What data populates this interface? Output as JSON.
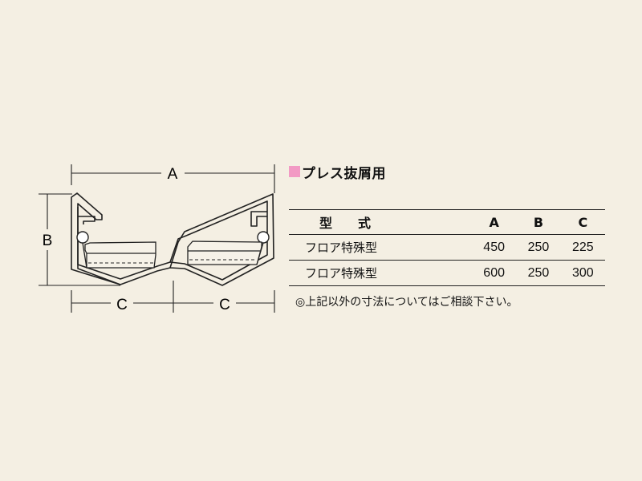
{
  "diagram": {
    "dim_a": "A",
    "dim_b": "B",
    "dim_c_left": "C",
    "dim_c_right": "C"
  },
  "spec": {
    "title": "プレス抜屑用",
    "marker_color": "#f29ac4",
    "columns": [
      "型　　式",
      "A",
      "B",
      "C"
    ],
    "rows": [
      [
        "フロア特殊型",
        "450",
        "250",
        "225"
      ],
      [
        "フロア特殊型",
        "600",
        "250",
        "300"
      ]
    ],
    "note": "◎上記以外の寸法についてはご相談下さい。"
  }
}
